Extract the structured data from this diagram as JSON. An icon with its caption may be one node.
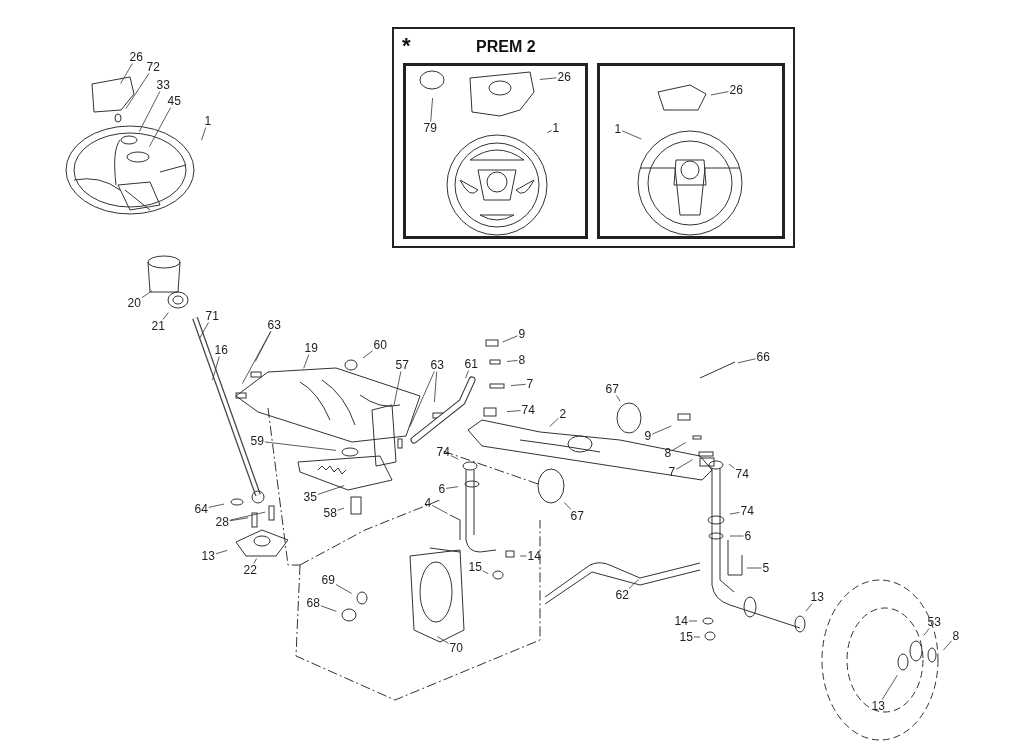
{
  "diagram": {
    "nodes": [
      {
        "text": [
          "*",
          "PREM 2"
        ]
      },
      {
        "text": [],
        "shape": "box",
        "in": 0
      },
      {
        "text": [],
        "shape": "box",
        "in": 0
      },
      {
        "text": [
          "26"
        ],
        "in": 1
      },
      {
        "text": [
          "79"
        ],
        "in": 1
      },
      {
        "text": [
          "1"
        ],
        "in": 1
      },
      {
        "text": [
          "26"
        ],
        "in": 2
      },
      {
        "text": [
          "1"
        ],
        "in": 2
      },
      {
        "text": [
          "26"
        ]
      },
      {
        "text": [
          "72"
        ]
      },
      {
        "text": [
          "33"
        ]
      },
      {
        "text": [
          "45"
        ]
      },
      {
        "text": [
          "1"
        ]
      },
      {
        "text": [
          "20"
        ]
      },
      {
        "text": [
          "21"
        ]
      },
      {
        "text": [
          "71"
        ]
      },
      {
        "text": [
          "63"
        ]
      },
      {
        "text": [
          "16"
        ]
      },
      {
        "text": [
          "19"
        ]
      },
      {
        "text": [
          "60"
        ]
      },
      {
        "text": [
          "57"
        ]
      },
      {
        "text": [
          "63"
        ]
      },
      {
        "text": [
          "61"
        ]
      },
      {
        "text": [
          "9"
        ]
      },
      {
        "text": [
          "8"
        ]
      },
      {
        "text": [
          "7"
        ]
      },
      {
        "text": [
          "74"
        ]
      },
      {
        "text": [
          "2"
        ]
      },
      {
        "text": [
          "67"
        ]
      },
      {
        "text": [
          "66"
        ]
      },
      {
        "text": [
          "59"
        ]
      },
      {
        "text": [
          "74"
        ]
      },
      {
        "text": [
          "6"
        ]
      },
      {
        "text": [
          "9"
        ]
      },
      {
        "text": [
          "8"
        ]
      },
      {
        "text": [
          "7"
        ]
      },
      {
        "text": [
          "74"
        ]
      },
      {
        "text": [
          "67"
        ]
      },
      {
        "text": [
          "35"
        ]
      },
      {
        "text": [
          "58"
        ]
      },
      {
        "text": [
          "64"
        ]
      },
      {
        "text": [
          "28"
        ]
      },
      {
        "text": [
          "13"
        ]
      },
      {
        "text": [
          "22"
        ]
      },
      {
        "text": [
          "4"
        ]
      },
      {
        "text": [
          "74"
        ]
      },
      {
        "text": [
          "6"
        ]
      },
      {
        "text": [
          "14"
        ]
      },
      {
        "text": [
          "15"
        ]
      },
      {
        "text": [
          "5"
        ]
      },
      {
        "text": [
          "62"
        ]
      },
      {
        "text": [
          "69"
        ]
      },
      {
        "text": [
          "68"
        ]
      },
      {
        "text": [
          "70"
        ]
      },
      {
        "text": [
          "13"
        ]
      },
      {
        "text": [
          "14"
        ]
      },
      {
        "text": [
          "15"
        ]
      },
      {
        "text": [
          "53"
        ]
      },
      {
        "text": [
          "8"
        ]
      },
      {
        "text": [
          "13"
        ]
      }
    ],
    "edges": [
      {
        "from": 3,
        "to": null,
        "arrow": "none"
      },
      {
        "from": 4,
        "to": null,
        "arrow": "none"
      },
      {
        "from": 5,
        "to": null,
        "arrow": "none"
      },
      {
        "from": 6,
        "to": null,
        "arrow": "none"
      },
      {
        "from": 7,
        "to": null,
        "arrow": "none"
      },
      {
        "from": 8,
        "to": null,
        "arrow": "none"
      },
      {
        "from": 9,
        "to": null,
        "arrow": "none"
      },
      {
        "from": 10,
        "to": null,
        "arrow": "none"
      },
      {
        "from": 11,
        "to": null,
        "arrow": "none"
      },
      {
        "from": 12,
        "to": null,
        "arrow": "none"
      },
      {
        "from": 13,
        "to": null,
        "arrow": "none"
      },
      {
        "from": 14,
        "to": null,
        "arrow": "none"
      },
      {
        "from": 15,
        "to": null,
        "arrow": "none"
      },
      {
        "from": 16,
        "to": null,
        "arrow": "none"
      },
      {
        "from": 16,
        "to": null,
        "arrow": "none"
      },
      {
        "from": 17,
        "to": null,
        "arrow": "none"
      },
      {
        "from": 18,
        "to": null,
        "arrow": "none"
      },
      {
        "from": 19,
        "to": null,
        "arrow": "none"
      },
      {
        "from": 20,
        "to": null,
        "arrow": "none"
      },
      {
        "from": 21,
        "to": null,
        "arrow": "none"
      },
      {
        "from": 21,
        "to": null,
        "arrow": "none"
      },
      {
        "from": 22,
        "to": null,
        "arrow": "none"
      },
      {
        "from": 23,
        "to": null,
        "arrow": "none"
      },
      {
        "from": 24,
        "to": null,
        "arrow": "none"
      },
      {
        "from": 25,
        "to": null,
        "arrow": "none"
      },
      {
        "from": 26,
        "to": null,
        "arrow": "none"
      },
      {
        "from": 27,
        "to": null,
        "arrow": "none"
      },
      {
        "from": 28,
        "to": null,
        "arrow": "none"
      },
      {
        "from": 29,
        "to": null,
        "arrow": "none"
      },
      {
        "from": 30,
        "to": null,
        "arrow": "none"
      },
      {
        "from": 31,
        "to": null,
        "arrow": "none"
      },
      {
        "from": 32,
        "to": null,
        "arrow": "none"
      },
      {
        "from": 33,
        "to": null,
        "arrow": "none"
      },
      {
        "from": 34,
        "to": null,
        "arrow": "none"
      },
      {
        "from": 35,
        "to": null,
        "arrow": "none"
      },
      {
        "from": 36,
        "to": null,
        "arrow": "none"
      },
      {
        "from": 37,
        "to": null,
        "arrow": "none"
      },
      {
        "from": 38,
        "to": null,
        "arrow": "none"
      },
      {
        "from": 39,
        "to": null,
        "arrow": "none"
      },
      {
        "from": 40,
        "to": null,
        "arrow": "none"
      },
      {
        "from": 41,
        "to": null,
        "arrow": "none"
      },
      {
        "from": 41,
        "to": null,
        "arrow": "none"
      },
      {
        "from": 42,
        "to": null,
        "arrow": "none"
      },
      {
        "from": 43,
        "to": null,
        "arrow": "none"
      },
      {
        "from": 44,
        "to": null,
        "arrow": "none"
      },
      {
        "from": 45,
        "to": null,
        "arrow": "none"
      },
      {
        "from": 46,
        "to": null,
        "arrow": "none"
      },
      {
        "from": 47,
        "to": null,
        "arrow": "none"
      },
      {
        "from": 48,
        "to": null,
        "arrow": "none"
      },
      {
        "from": 49,
        "to": null,
        "arrow": "none"
      },
      {
        "from": 50,
        "to": null,
        "arrow": "none"
      },
      {
        "from": 51,
        "to": null,
        "arrow": "none"
      },
      {
        "from": 52,
        "to": null,
        "arrow": "none"
      },
      {
        "from": 53,
        "to": null,
        "arrow": "none"
      },
      {
        "from": 54,
        "to": null,
        "arrow": "none"
      },
      {
        "from": 55,
        "to": null,
        "arrow": "none"
      },
      {
        "from": 56,
        "to": null,
        "arrow": "none"
      },
      {
        "from": 57,
        "to": null,
        "arrow": "none"
      },
      {
        "from": 58,
        "to": null,
        "arrow": "none"
      },
      {
        "from": 59,
        "to": null,
        "arrow": "none"
      }
    ]
  }
}
